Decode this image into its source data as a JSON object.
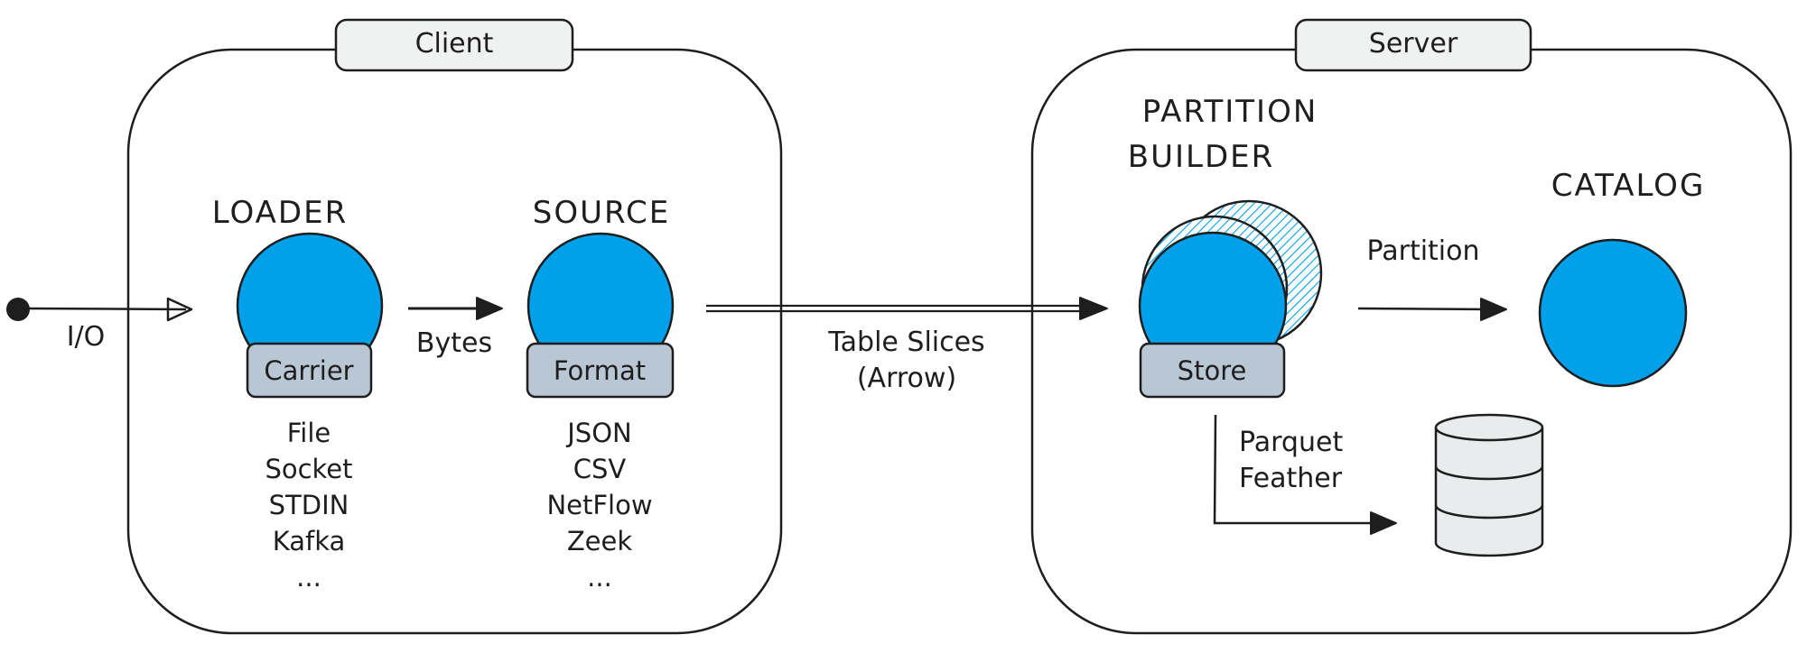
{
  "client": {
    "title": "Client",
    "loader": {
      "name": "LOADER",
      "tag": "Carrier",
      "items": [
        "File",
        "Socket",
        "STDIN",
        "Kafka",
        "..."
      ]
    },
    "source": {
      "name": "SOURCE",
      "tag": "Format",
      "items": [
        "JSON",
        "CSV",
        "NetFlow",
        "Zeek",
        "..."
      ]
    }
  },
  "server": {
    "title": "Server",
    "partition_builder": {
      "name_line1": "PARTITION",
      "name_line2": "BUILDER",
      "tag": "Store"
    },
    "catalog": {
      "name": "CATALOG"
    },
    "storage_formats": [
      "Parquet",
      "Feather"
    ]
  },
  "edges": {
    "io": "I/O",
    "bytes": "Bytes",
    "table_slices_line1": "Table Slices",
    "table_slices_line2": "(Arrow)",
    "partition": "Partition"
  },
  "colors": {
    "node_fill": "#00a0ea",
    "tag_fill": "#b9c7d5",
    "tab_fill": "#f0f1f1",
    "db_fill": "#e9ecec",
    "stroke": "#1e1e1e"
  }
}
